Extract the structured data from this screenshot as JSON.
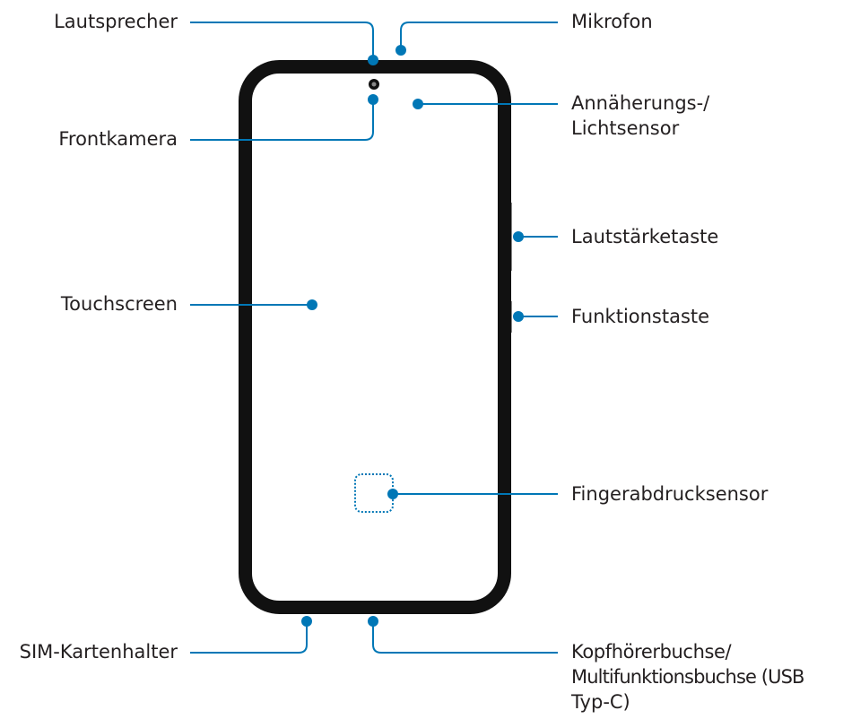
{
  "labels": {
    "speaker": "Lautsprecher",
    "microphone": "Mikrofon",
    "proximity_line1": "Annäherungs-/",
    "proximity_line2": "Lichtsensor",
    "front_camera": "Frontkamera",
    "volume_key": "Lautstärketaste",
    "touchscreen": "Touchscreen",
    "side_key": "Funktionstaste",
    "fingerprint": "Fingerabdrucksensor",
    "sim_tray": "SIM-Kartenhalter",
    "jack_line1": "Kopfhörerbuchse/",
    "jack_line2": "Multifunktionsbuchse (USB",
    "jack_line3": "Typ-C)"
  },
  "colors": {
    "leader": "#0077b6",
    "outline": "#111111",
    "text": "#231f20"
  }
}
